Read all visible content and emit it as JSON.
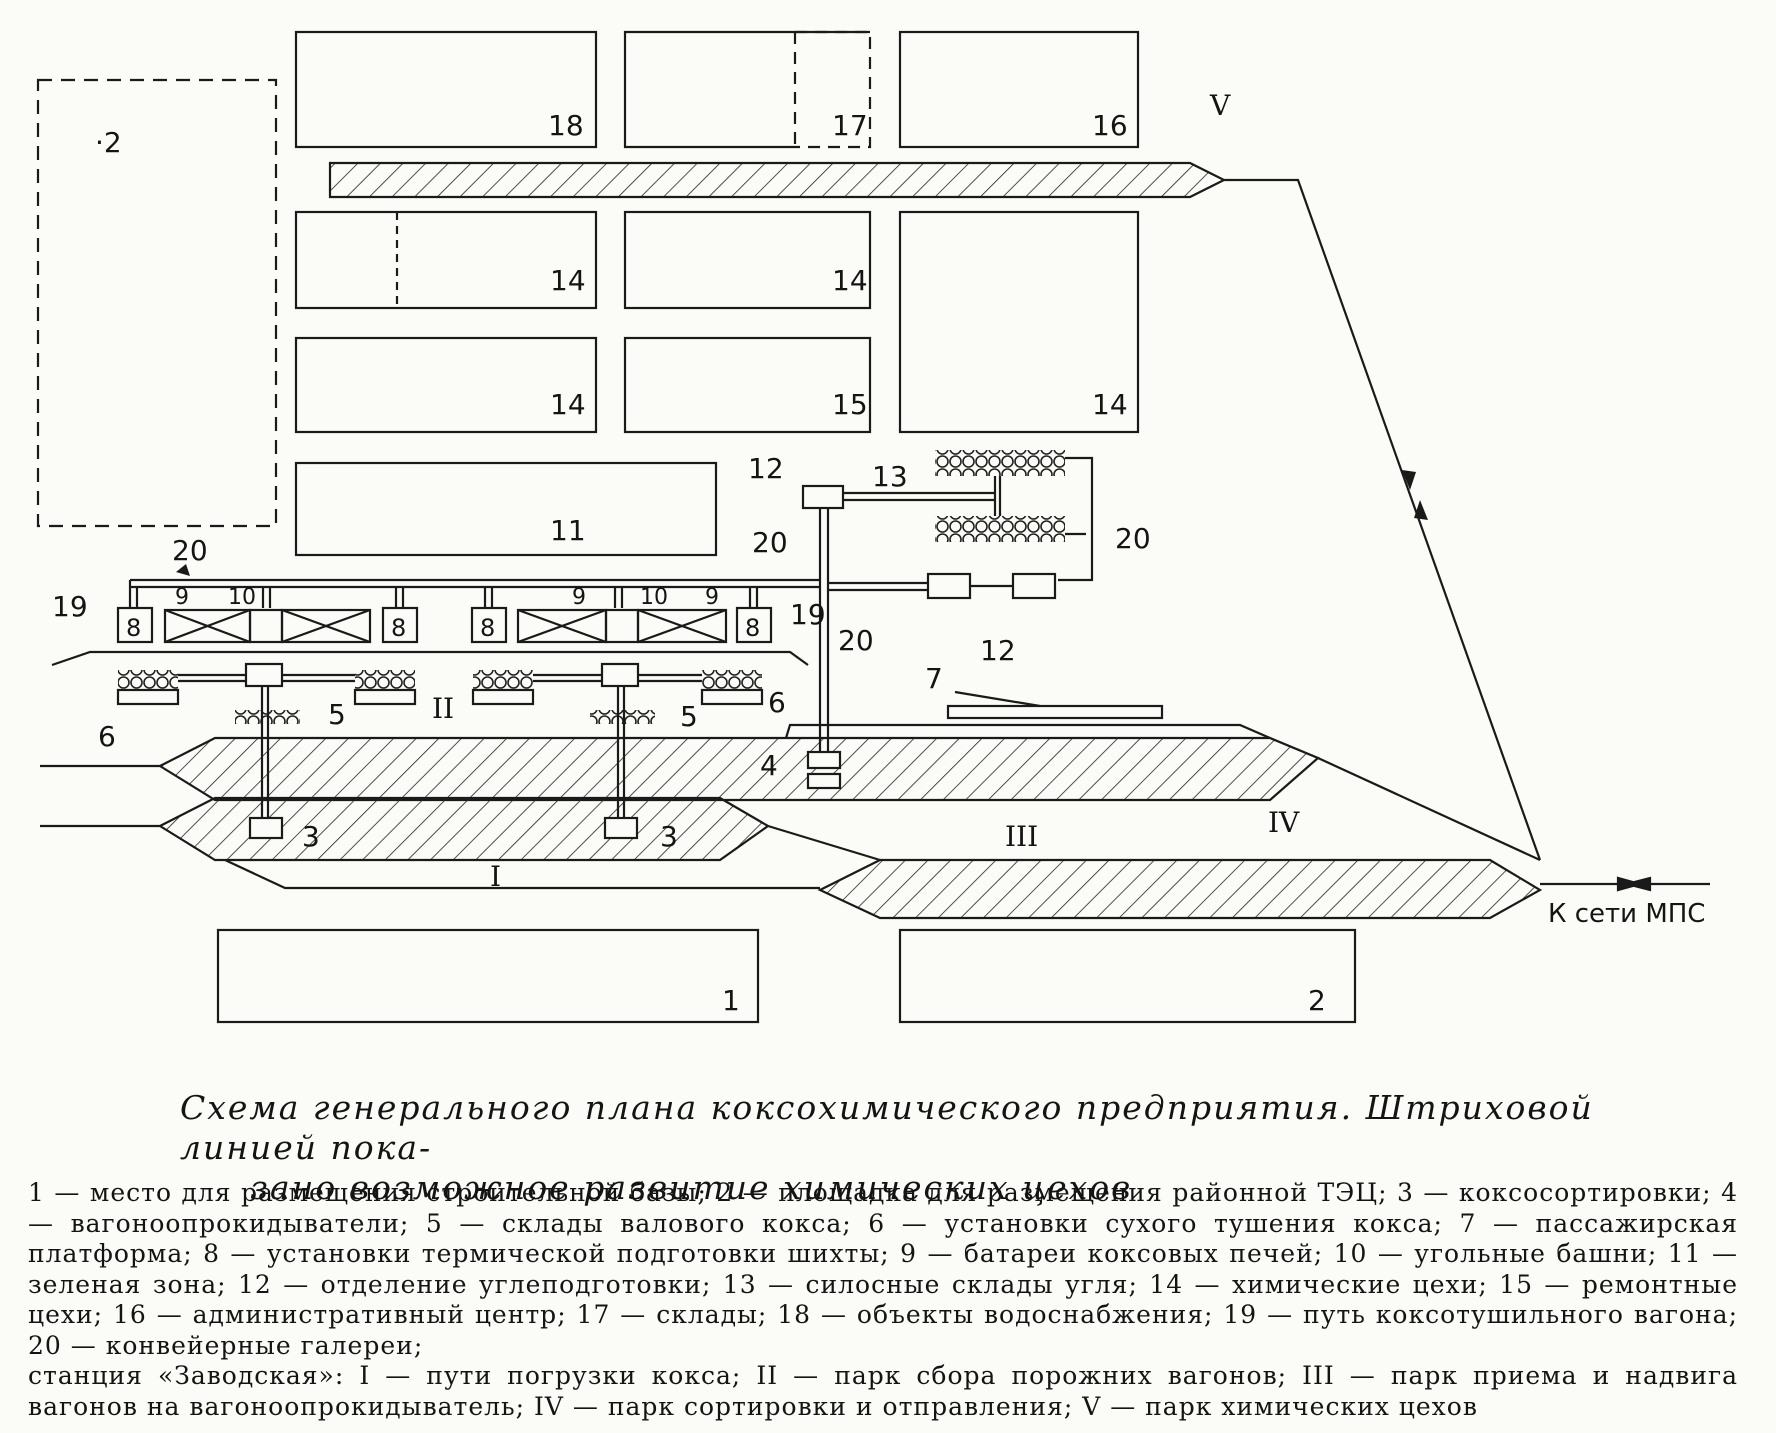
{
  "blocks": {
    "b18": "18",
    "b17": "17",
    "b16": "16",
    "b14a": "14",
    "b14b": "14",
    "b14c": "14",
    "b14d": "14",
    "b15": "15",
    "b11": "11",
    "b1": "1",
    "b2": "2"
  },
  "labels": {
    "l12a": "12",
    "l12b": "12",
    "l13": "13",
    "l20a": "20",
    "l20b": "20",
    "l20c": "20",
    "l20d": "20",
    "l19a": "19",
    "l19b": "19",
    "l8a": "8",
    "l8b": "8",
    "l8c": "8",
    "l8d": "8",
    "l9a": "9",
    "l9b": "9",
    "l9c": "9",
    "l10a": "10",
    "l10b": "10",
    "l6a": "6",
    "l6b": "6",
    "l5a": "5",
    "l5b": "5",
    "l7": "7",
    "l4": "4",
    "l3a": "3",
    "l3b": "3",
    "rI": "I",
    "rII": "II",
    "rIII": "III",
    "rIV": "IV",
    "rV": "V",
    "mps": "К сети МПС"
  },
  "caption": {
    "line1": "Схема генерального плана коксохимического предприятия. Штриховой линией пока-",
    "line2": "зано возможное развитие химических цехов"
  },
  "legend": {
    "text1": "1 — место для размещения строительной базы; 2 — площадка для размещения районной ТЭЦ; 3 — коксосортировки; 4 — вагоноопрокидыватели; 5 — склады валового кокса; 6 — установки сухого тушения кокса; 7 — пассажирская платформа; 8 — установки термической подготовки шихты; 9 — батареи коксовых печей; 10 — угольные башни; 11 — зеленая зона; 12 — отделение углеподготовки; 13 — силосные склады угля; 14 — химические цехи; 15 — ремонтные цехи; 16 — административный центр; 17 — склады; 18 — объекты водоснабжения; 19 — путь коксотушильного вагона; 20 — конвейерные галереи;",
    "text2": "станция «Заводская»: I — пути погрузки кокса; II — парк сбора порожних вагонов; III — парк приема и надвига вагонов на вагоноопрокидыватель; IV — парк сортировки и отправления; V — парк химических цехов"
  }
}
